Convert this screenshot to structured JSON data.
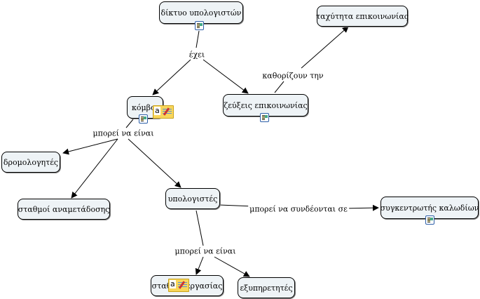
{
  "concept_map": {
    "concepts": {
      "network": "δίκτυο υπολογιστών",
      "speed": "ταχύτητα επικοινωνίας",
      "nodes": "κόμβοι",
      "links": "ζεύξεις επικοινωνίας",
      "routers": "δρομολογητές",
      "relays": "σταθμοί αναμετάδοσης",
      "computers": "υπολογιστές",
      "hubs": "συγκεντρωτής καλωδίων",
      "workstations": "σταθμοί εργασίας",
      "servers": "εξυπηρετητές"
    },
    "linking_phrases": {
      "has": "έχει",
      "determine": "καθορίζουν την",
      "may_be_1": "μπορεί να είναι",
      "may_connect": "μπορεί να συνδέονται σε",
      "may_be_2": "μπορεί να είναι"
    },
    "icons": {
      "resource": "resource-document-icon",
      "annotation": "annotation-note-icon",
      "annotation_letter": "a"
    },
    "colors": {
      "node_fill": "#eef3f6",
      "note_fill": "#f8d65a",
      "resource_border": "#2d5fa8"
    }
  }
}
